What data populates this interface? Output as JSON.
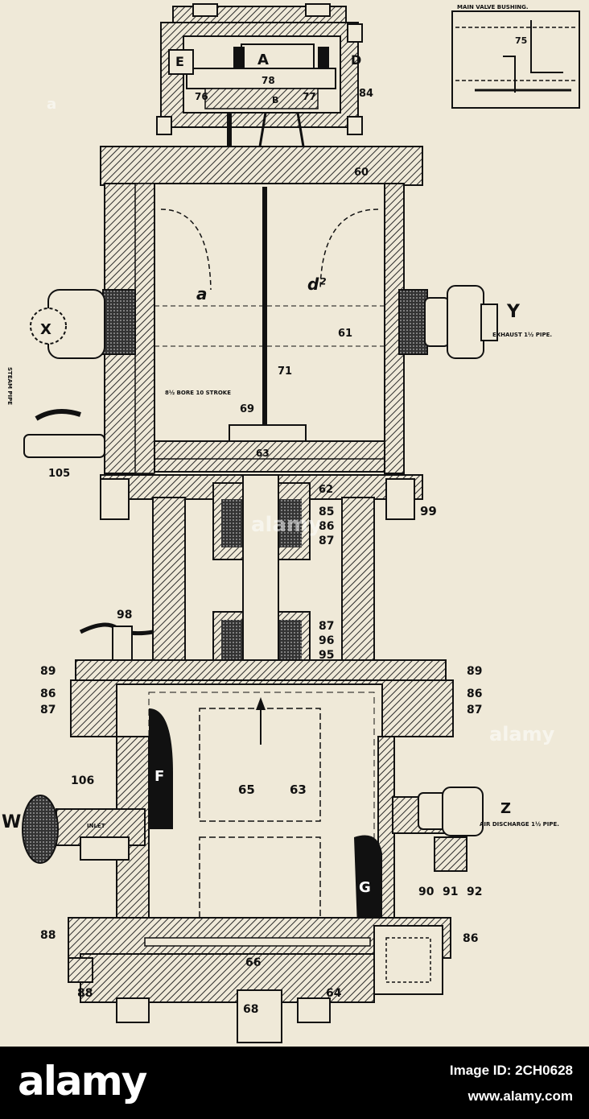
{
  "inset": {
    "title": "MAIN VALVE BUSHING.",
    "part": "75"
  },
  "letters": {
    "A": "A",
    "D": "D",
    "E": "E",
    "B": "B",
    "a": "a",
    "d2": "d²",
    "F": "F",
    "G": "G",
    "W": "W",
    "X": "X",
    "Y": "Y",
    "Z": "Z"
  },
  "callouts": {
    "n84": "84",
    "n60": "60",
    "n61": "61",
    "n71": "71",
    "n69": "69",
    "n63": "63",
    "n105": "105",
    "n62": "62",
    "n99": "99",
    "n85": "85",
    "n86a": "86",
    "n87a": "87",
    "n98": "98",
    "n87b": "87",
    "n96": "96",
    "n95": "95",
    "n89L": "89",
    "n86L": "86",
    "n87L": "87",
    "n89R": "89",
    "n86R": "86",
    "n87R": "87",
    "n106": "106",
    "n65": "65",
    "n63b": "63",
    "n90": "90",
    "n91": "91",
    "n92": "92",
    "n88L": "88",
    "n86B": "86",
    "n88B": "88",
    "n66": "66",
    "n68": "68",
    "n64": "64",
    "n76": "76",
    "n78": "78",
    "n77": "77",
    "n75": "75"
  },
  "notes": {
    "exhaust": "EXHAUST 1½ PIPE.",
    "air_discharge": "AIR DISCHARGE 1½ PIPE.",
    "bore": "8½ BORE 10 STROKE",
    "steam_pipe": "STEAM PIPE",
    "inlet": "INLET"
  },
  "watermarks": {
    "brand": "alamy",
    "a_mark": "a"
  },
  "footer": {
    "logo": "alamy",
    "image_id": "Image ID: 2CH0628",
    "url": "www.alamy.com"
  },
  "colors": {
    "paper": "#efe9d8",
    "ink": "#111111",
    "hatch": "#2b2b2b",
    "footer_bg": "#000000"
  }
}
